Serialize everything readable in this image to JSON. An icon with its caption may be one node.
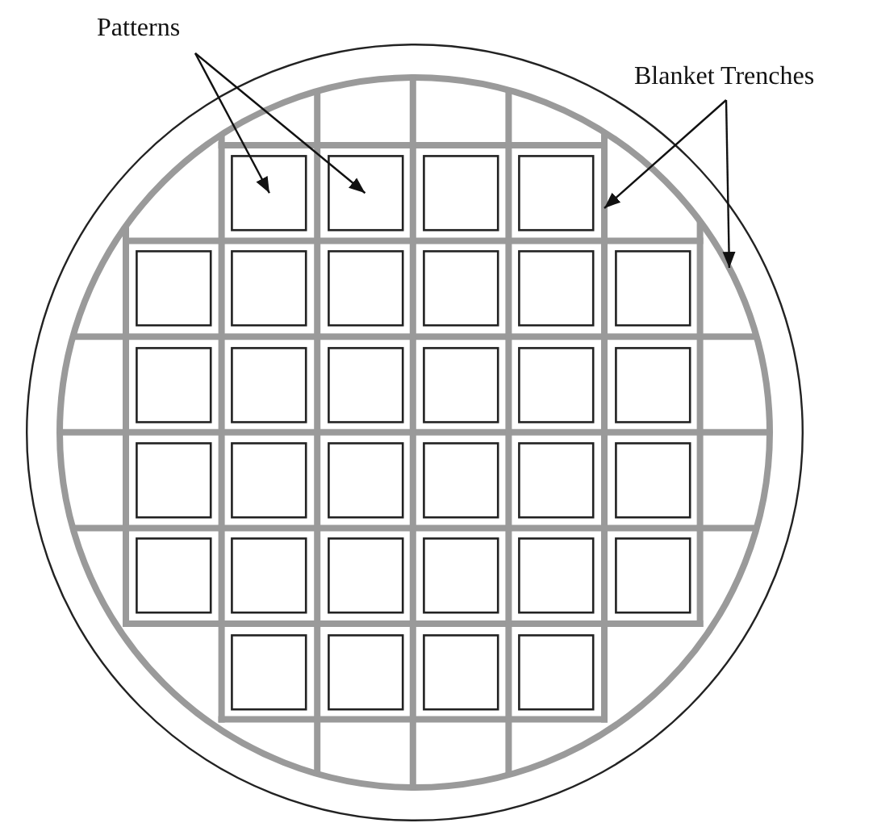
{
  "diagram": {
    "nodes": [
      {
        "text": [
          "Patterns"
        ]
      },
      {
        "text": [
          "Blanket Trenches"
        ]
      },
      {
        "text": [],
        "shape": "circle"
      },
      {
        "text": [],
        "shape": "circle",
        "in": 2
      },
      {
        "text": [],
        "shape": "grid",
        "in": 3
      },
      {
        "text": [],
        "shape": "box",
        "in": 4
      },
      {
        "text": [],
        "shape": "box",
        "in": 4
      },
      {
        "text": [],
        "shape": "box",
        "in": 4
      },
      {
        "text": [],
        "shape": "box",
        "in": 4
      },
      {
        "text": [],
        "shape": "box",
        "in": 4
      },
      {
        "text": [],
        "shape": "box",
        "in": 4
      },
      {
        "text": [],
        "shape": "box",
        "in": 4
      },
      {
        "text": [],
        "shape": "box",
        "in": 4
      },
      {
        "text": [],
        "shape": "box",
        "in": 4
      },
      {
        "text": [],
        "shape": "box",
        "in": 4
      },
      {
        "text": [],
        "shape": "box",
        "in": 4
      },
      {
        "text": [],
        "shape": "box",
        "in": 4
      },
      {
        "text": [],
        "shape": "box",
        "in": 4
      },
      {
        "text": [],
        "shape": "box",
        "in": 4
      },
      {
        "text": [],
        "shape": "box",
        "in": 4
      },
      {
        "text": [],
        "shape": "box",
        "in": 4
      },
      {
        "text": [],
        "shape": "box",
        "in": 4
      },
      {
        "text": [],
        "shape": "box",
        "in": 4
      },
      {
        "text": [],
        "shape": "box",
        "in": 4
      },
      {
        "text": [],
        "shape": "box",
        "in": 4
      },
      {
        "text": [],
        "shape": "box",
        "in": 4
      },
      {
        "text": [],
        "shape": "box",
        "in": 4
      },
      {
        "text": [],
        "shape": "box",
        "in": 4
      },
      {
        "text": [],
        "shape": "box",
        "in": 4
      },
      {
        "text": [],
        "shape": "box",
        "in": 4
      },
      {
        "text": [],
        "shape": "box",
        "in": 4
      },
      {
        "text": [],
        "shape": "box",
        "in": 4
      },
      {
        "text": [],
        "shape": "box",
        "in": 4
      },
      {
        "text": [],
        "shape": "box",
        "in": 4
      },
      {
        "text": [],
        "shape": "box",
        "in": 4
      },
      {
        "text": [],
        "shape": "box",
        "in": 4
      },
      {
        "text": [],
        "shape": "box",
        "in": 4
      }
    ],
    "edges": [
      {
        "from": 0,
        "to": 5,
        "arrow": "to"
      },
      {
        "from": 0,
        "to": 6,
        "arrow": "to"
      },
      {
        "from": 1,
        "to": 4,
        "arrow": "to"
      },
      {
        "from": 1,
        "to": 3,
        "arrow": "to"
      }
    ]
  }
}
